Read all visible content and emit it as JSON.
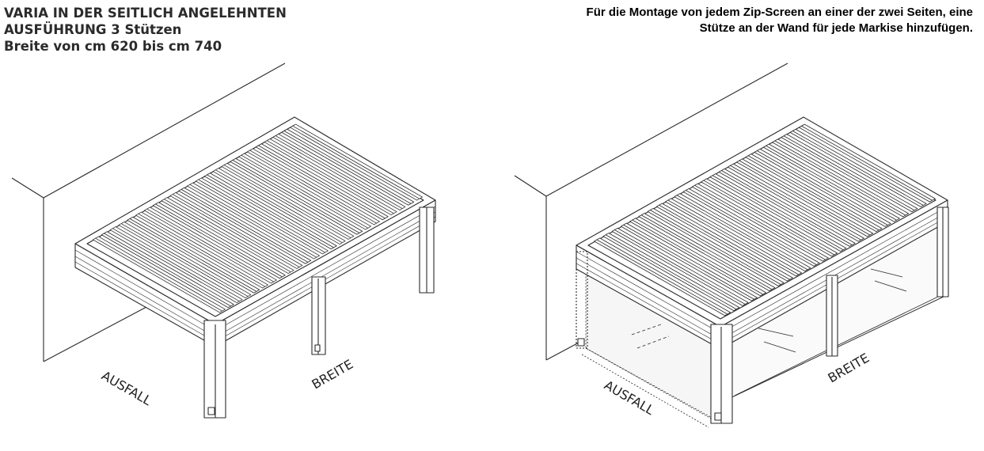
{
  "left_title": {
    "line1": "VARIA IN DER SEITLICH ANGELEHNTEN",
    "line2": "AUSFÜHRUNG 3 Stützen",
    "line3": "Breite von cm 620 bis cm 740"
  },
  "right_note": {
    "line1": "Für die Montage von jedem Zip-Screen an einer der zwei Seiten, eine",
    "line2": "Stütze an der Wand für jede Markise hinzufügen."
  },
  "left_diagram": {
    "depth_label": "AUSFALL",
    "width_label": "BREITE"
  },
  "right_diagram": {
    "depth_label": "AUSFALL",
    "width_label": "BREITE"
  },
  "colors": {
    "line": "#2a2a2a",
    "title": "#2b2b2b"
  }
}
